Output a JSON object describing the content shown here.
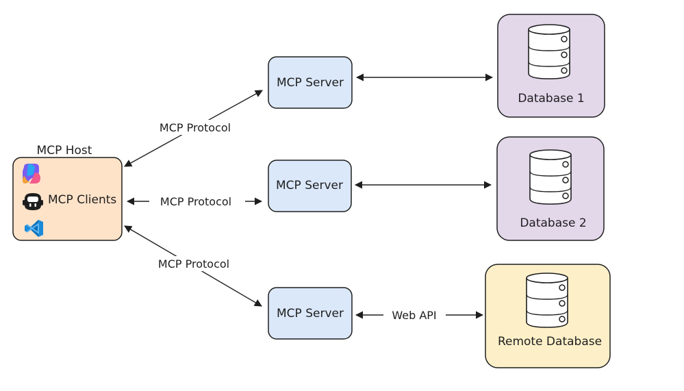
{
  "host": {
    "title": "MCP Host",
    "clients_label": "MCP Clients",
    "fill": "#ffe3c9",
    "icons": [
      "copilot-icon",
      "github-copilot-icon",
      "vscode-icon"
    ]
  },
  "servers": [
    {
      "label": "MCP Server"
    },
    {
      "label": "MCP Server"
    },
    {
      "label": "MCP Server"
    }
  ],
  "server_fill": "#dbe8fa",
  "databases": [
    {
      "label": "Database 1",
      "fill": "#e3d7ea"
    },
    {
      "label": "Database 2",
      "fill": "#e3d7ea"
    },
    {
      "label": "Remote Database",
      "fill": "#fdf0c9"
    }
  ],
  "edges": {
    "protocol_top": "MCP Protocol",
    "protocol_middle": "MCP Protocol",
    "protocol_bottom": "MCP Protocol",
    "web_api": "Web API"
  }
}
